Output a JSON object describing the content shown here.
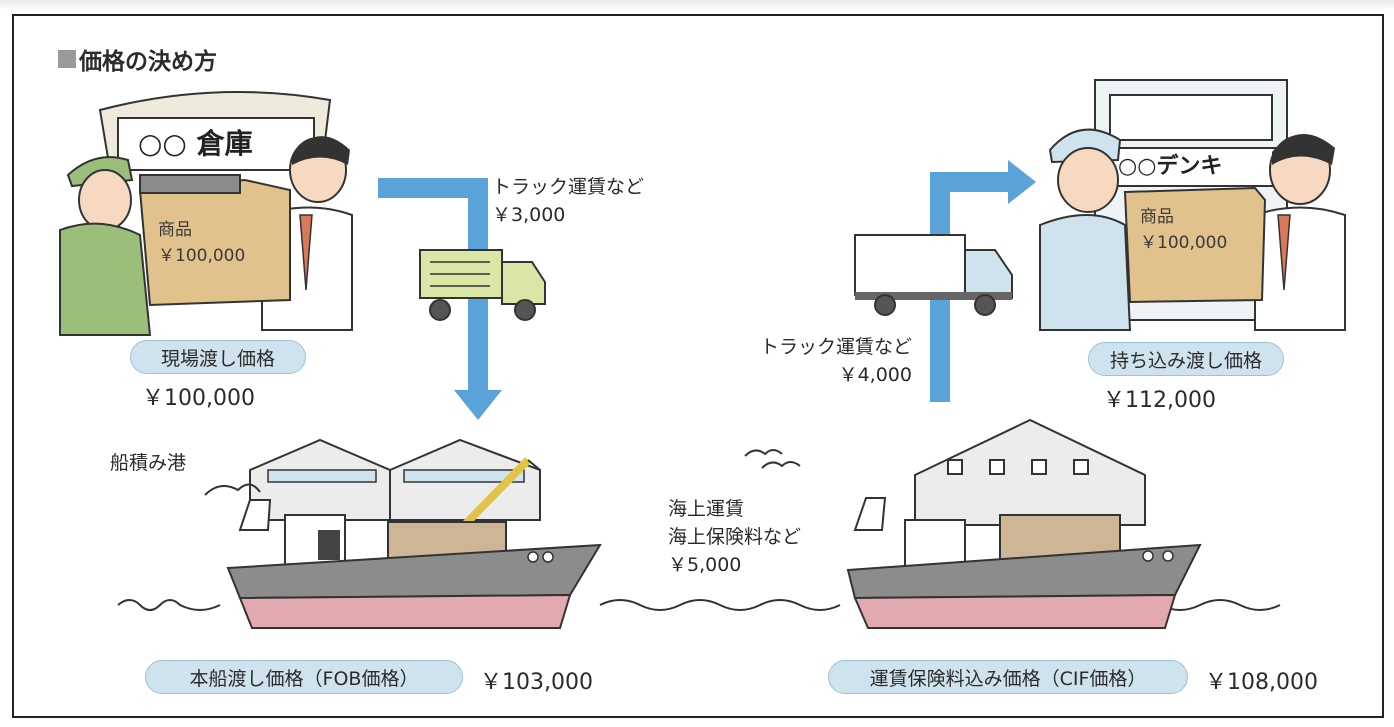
{
  "title": "価格の決め方",
  "warehouse": {
    "sign": "○○ 倉庫",
    "box_label": "商品",
    "box_price": "￥100,000",
    "badge": "現場渡し価格",
    "price": "￥100,000"
  },
  "truck_leg_1": {
    "label_line1": "トラック運賃など",
    "label_line2": "￥3,000"
  },
  "port": {
    "label": "船積み港",
    "badge": "本船渡し価格（FOB価格）",
    "price": "￥103,000"
  },
  "sea_leg": {
    "line1": "海上運賃",
    "line2": "海上保険料など",
    "line3": "￥5,000"
  },
  "cif": {
    "badge": "運賃保険料込み価格（CIF価格）",
    "price": "￥108,000"
  },
  "truck_leg_2": {
    "label_line1": "トラック運賃など",
    "label_line2": "￥4,000"
  },
  "store": {
    "sign": "○○デンキ",
    "box_label": "商品",
    "box_price": "￥100,000",
    "badge": "持ち込み渡し価格",
    "price": "￥112,000"
  },
  "colors": {
    "arrow": "#5aa3d8",
    "badge_fill": "#cfe3ee",
    "box": "#e2c28c",
    "ship_hull": "#e2aab0",
    "ship_deck": "#8c8c8c"
  }
}
